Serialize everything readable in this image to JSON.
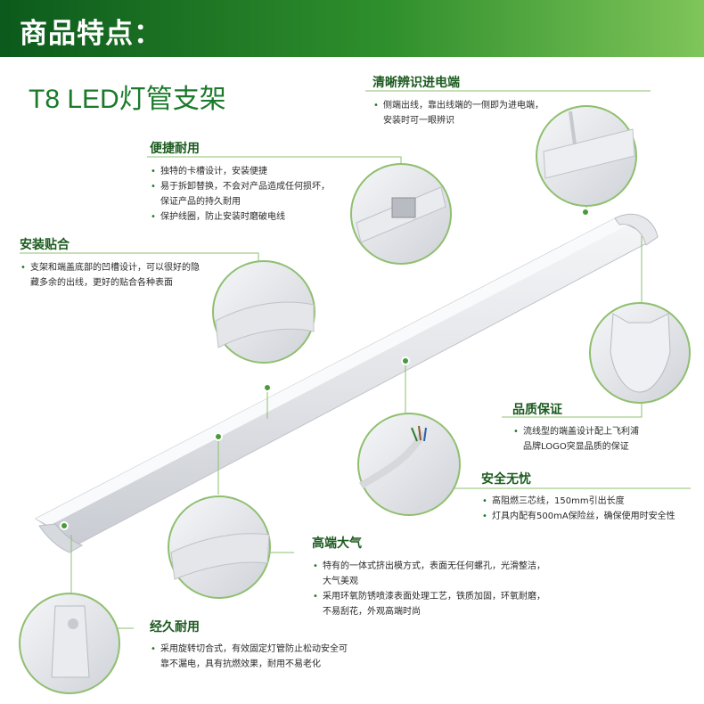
{
  "header": {
    "title": "商品特点："
  },
  "product": {
    "title": "T8 LED灯管支架"
  },
  "features": {
    "inlet": {
      "title": "清晰辨识进电端",
      "bullets": [
        "侧端出线，靠出线端的一侧即为进电端，",
        "安装时可一眼辨识"
      ]
    },
    "convenient": {
      "title": "便捷耐用",
      "bullets": [
        "独特的卡槽设计，安装便捷",
        "易于拆卸替换，不会对产品造成任何损坏，",
        "保证产品的持久耐用",
        "保护线圈，防止安装时磨破电线"
      ]
    },
    "mount": {
      "title": "安装贴合",
      "bullets": [
        "支架和端盖底部的凹槽设计，可以很好的隐",
        "藏多余的出线，更好的贴合各种表面"
      ]
    },
    "quality": {
      "title": "品质保证",
      "bullets": [
        "流线型的端盖设计配上飞利浦",
        "品牌LOGO突显品质的保证"
      ]
    },
    "safety": {
      "title": "安全无忧",
      "bullets": [
        "高阻燃三芯线，150mm引出长度",
        "灯具内配有500mA保险丝，确保使用时安全性"
      ]
    },
    "premium": {
      "title": "高端大气",
      "bullets": [
        "特有的一体式挤出模方式，表面无任何螺孔，光滑整洁，",
        "大气美观",
        "采用环氧防锈喷漆表面处理工艺，铁质加固，环氧耐磨，",
        "不易刮花，外观高端时尚"
      ]
    },
    "durable": {
      "title": "经久耐用",
      "bullets": [
        "采用旋转切合式，有效固定灯管防止松动安全可",
        "靠不漏电，具有抗燃效果，耐用不易老化"
      ]
    }
  },
  "colors": {
    "brand_green": "#2f8f2c",
    "accent_green": "#7fc55a",
    "text": "#2a2a2a"
  }
}
